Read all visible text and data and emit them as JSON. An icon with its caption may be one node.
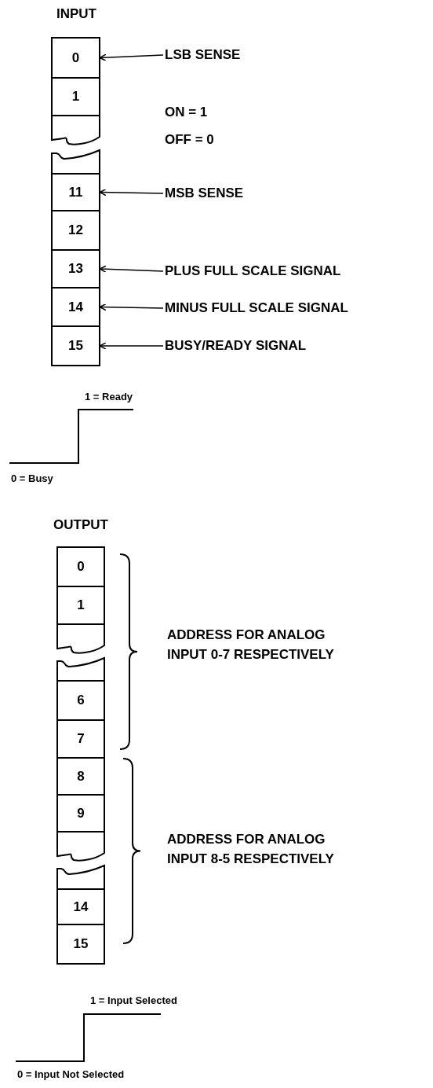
{
  "diagram": {
    "nodes": [
      {
        "text": [
          "INPUT"
        ]
      },
      {
        "text": [
          "0"
        ],
        "in": 0
      },
      {
        "text": [
          "1"
        ],
        "in": 0
      },
      {
        "text": [],
        "shape": "box",
        "in": 0
      },
      {
        "text": [],
        "shape": "box",
        "in": 0
      },
      {
        "text": [
          "11"
        ],
        "in": 0
      },
      {
        "text": [
          "12"
        ],
        "in": 0
      },
      {
        "text": [
          "13"
        ],
        "in": 0
      },
      {
        "text": [
          "14"
        ],
        "in": 0
      },
      {
        "text": [
          "15"
        ],
        "in": 0
      },
      {
        "text": [
          "LSB SENSE"
        ]
      },
      {
        "text": [
          "MSB SENSE"
        ]
      },
      {
        "text": [
          "PLUS FULL SCALE SIGNAL"
        ]
      },
      {
        "text": [
          "MINUS FULL SCALE SIGNAL"
        ]
      },
      {
        "text": [
          "BUSY/READY SIGNAL"
        ]
      },
      {
        "text": [
          "OUTPUT"
        ]
      },
      {
        "text": [
          "0"
        ],
        "in": 15
      },
      {
        "text": [
          "1"
        ],
        "in": 15
      },
      {
        "text": [],
        "shape": "box",
        "in": 15
      },
      {
        "text": [],
        "shape": "box",
        "in": 15
      },
      {
        "text": [
          "6"
        ],
        "in": 15
      },
      {
        "text": [
          "7"
        ],
        "in": 15
      },
      {
        "text": [
          "8"
        ],
        "in": 15
      },
      {
        "text": [
          "9"
        ],
        "in": 15
      },
      {
        "text": [],
        "shape": "box",
        "in": 15
      },
      {
        "text": [],
        "shape": "box",
        "in": 15
      },
      {
        "text": [
          "14"
        ],
        "in": 15
      },
      {
        "text": [
          "15"
        ],
        "in": 15
      }
    ],
    "edges": [
      {
        "from": 10,
        "to": 1,
        "arrow": "to"
      },
      {
        "from": 11,
        "to": 5,
        "arrow": "to"
      },
      {
        "from": 12,
        "to": 7,
        "arrow": "to"
      },
      {
        "from": 13,
        "to": 8,
        "arrow": "to"
      },
      {
        "from": 14,
        "to": 9,
        "arrow": "to"
      }
    ],
    "labels": [
      "ON = 1",
      "OFF = 0",
      "1 = Ready",
      "0 = Busy",
      "ADDRESS FOR ANALOG INPUT 0-7 RESPECTIVELY",
      "ADDRESS FOR ANALOG INPUT 8-5 RESPECTIVELY",
      "1 = Input Selected",
      "0 = Input Not Selected"
    ]
  }
}
